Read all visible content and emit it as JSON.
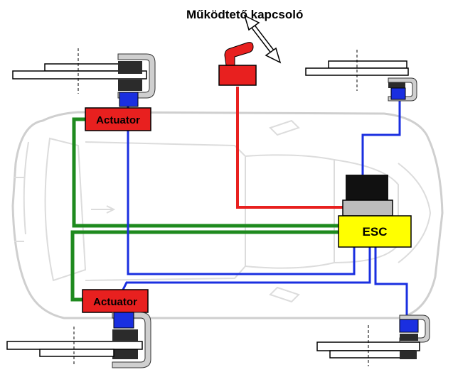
{
  "title": "Működtető kapcsoló",
  "actuator_label": "Actuator",
  "esc_label": "ESC",
  "colors": {
    "actuator": "#e8201f",
    "esc": "#ffff00",
    "sensor": "#1a2fe0",
    "hydraulic_line": "#1e8a1e",
    "signal_line_red": "#e8201f",
    "signal_line_blue": "#1a2fe0",
    "caliper": "#555555"
  }
}
